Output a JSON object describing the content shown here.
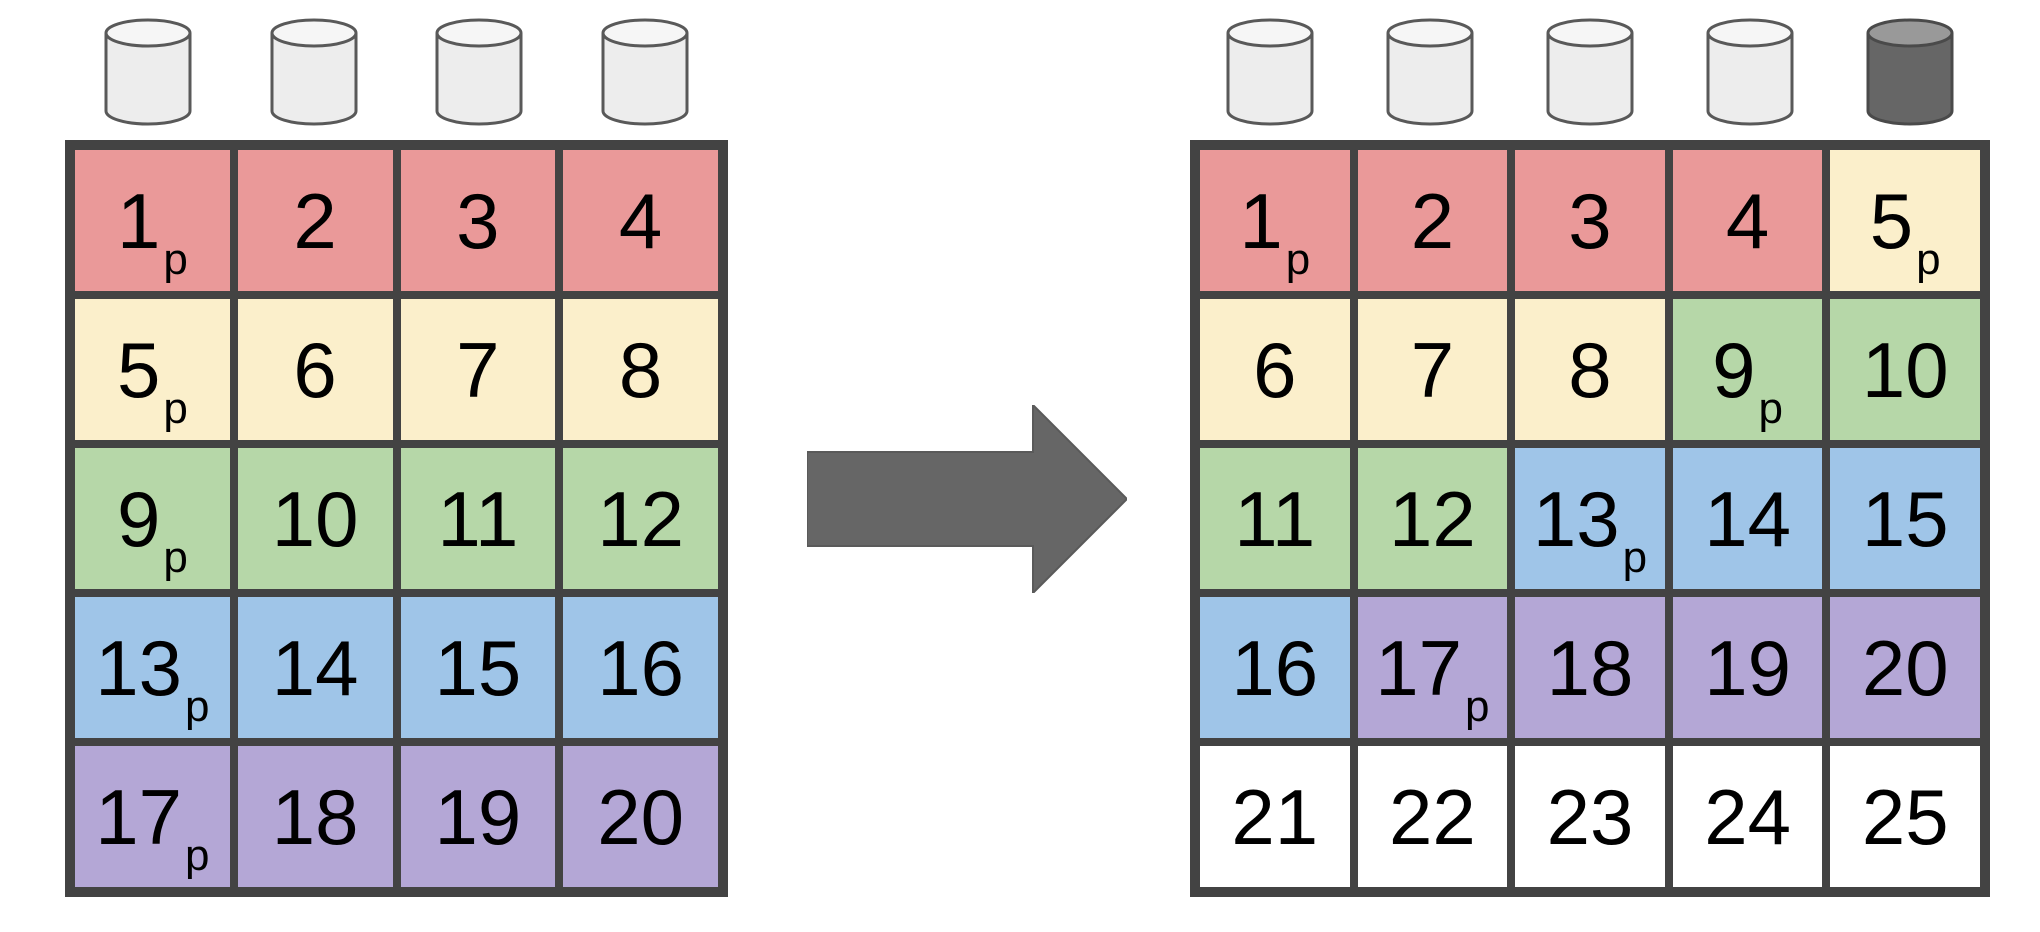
{
  "colors": {
    "red": "#EA9999",
    "yellow": "#FBEFCB",
    "green": "#B6D7A8",
    "blue": "#9FC5E8",
    "purple": "#B4A7D6",
    "white": "#FFFFFF",
    "grid_line": "#434343",
    "arrow": "#666666",
    "arrow_edge": "#5A5A5A",
    "disk_light_body": "#EDEDED",
    "disk_light_top": "#F6F6F6",
    "disk_light_stroke": "#595959",
    "disk_dark_body": "#666666",
    "disk_dark_top": "#999999",
    "disk_dark_stroke": "#4A4A4A",
    "text": "#000000"
  },
  "arrow": {
    "direction": "right"
  },
  "left_cluster": {
    "id": "before",
    "disks": [
      {
        "variant": "light"
      },
      {
        "variant": "light"
      },
      {
        "variant": "light"
      },
      {
        "variant": "light"
      }
    ],
    "grid": {
      "columns": 4,
      "rows": [
        {
          "cells": [
            {
              "label": "1",
              "sub": "p",
              "color": "red"
            },
            {
              "label": "2",
              "color": "red"
            },
            {
              "label": "3",
              "color": "red"
            },
            {
              "label": "4",
              "color": "red"
            }
          ]
        },
        {
          "cells": [
            {
              "label": "5",
              "sub": "p",
              "color": "yellow"
            },
            {
              "label": "6",
              "color": "yellow"
            },
            {
              "label": "7",
              "color": "yellow"
            },
            {
              "label": "8",
              "color": "yellow"
            }
          ]
        },
        {
          "cells": [
            {
              "label": "9",
              "sub": "p",
              "color": "green"
            },
            {
              "label": "10",
              "color": "green"
            },
            {
              "label": "11",
              "color": "green"
            },
            {
              "label": "12",
              "color": "green"
            }
          ]
        },
        {
          "cells": [
            {
              "label": "13",
              "sub": "p",
              "color": "blue"
            },
            {
              "label": "14",
              "color": "blue"
            },
            {
              "label": "15",
              "color": "blue"
            },
            {
              "label": "16",
              "color": "blue"
            }
          ]
        },
        {
          "cells": [
            {
              "label": "17",
              "sub": "p",
              "color": "purple"
            },
            {
              "label": "18",
              "color": "purple"
            },
            {
              "label": "19",
              "color": "purple"
            },
            {
              "label": "20",
              "color": "purple"
            }
          ]
        }
      ]
    }
  },
  "right_cluster": {
    "id": "after",
    "disks": [
      {
        "variant": "light"
      },
      {
        "variant": "light"
      },
      {
        "variant": "light"
      },
      {
        "variant": "light"
      },
      {
        "variant": "dark"
      }
    ],
    "grid": {
      "columns": 5,
      "rows": [
        {
          "cells": [
            {
              "label": "1",
              "sub": "p",
              "color": "red"
            },
            {
              "label": "2",
              "color": "red"
            },
            {
              "label": "3",
              "color": "red"
            },
            {
              "label": "4",
              "color": "red"
            },
            {
              "label": "5",
              "sub": "p",
              "color": "yellow"
            }
          ]
        },
        {
          "cells": [
            {
              "label": "6",
              "color": "yellow"
            },
            {
              "label": "7",
              "color": "yellow"
            },
            {
              "label": "8",
              "color": "yellow"
            },
            {
              "label": "9",
              "sub": "p",
              "color": "green"
            },
            {
              "label": "10",
              "color": "green"
            }
          ]
        },
        {
          "cells": [
            {
              "label": "11",
              "color": "green"
            },
            {
              "label": "12",
              "color": "green"
            },
            {
              "label": "13",
              "sub": "p",
              "color": "blue"
            },
            {
              "label": "14",
              "color": "blue"
            },
            {
              "label": "15",
              "color": "blue"
            }
          ]
        },
        {
          "cells": [
            {
              "label": "16",
              "color": "blue"
            },
            {
              "label": "17",
              "sub": "p",
              "color": "purple"
            },
            {
              "label": "18",
              "color": "purple"
            },
            {
              "label": "19",
              "color": "purple"
            },
            {
              "label": "20",
              "color": "purple"
            }
          ]
        },
        {
          "cells": [
            {
              "label": "21",
              "color": "white"
            },
            {
              "label": "22",
              "color": "white"
            },
            {
              "label": "23",
              "color": "white"
            },
            {
              "label": "24",
              "color": "white"
            },
            {
              "label": "25",
              "color": "white"
            }
          ]
        }
      ]
    }
  }
}
